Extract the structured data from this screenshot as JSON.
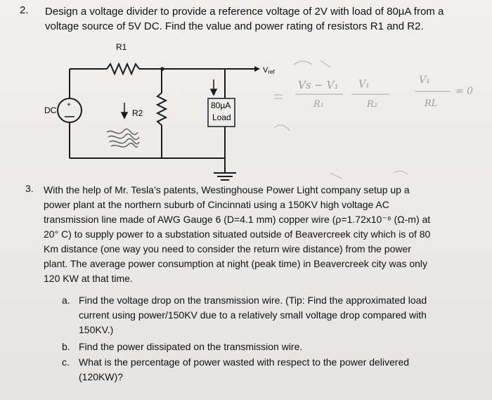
{
  "q2": {
    "number": "2.",
    "lines": [
      "Design a voltage divider to provide a reference voltage of 2V with load of 80µA from a",
      "voltage source of 5V DC.  Find the value and power rating of resistors R1 and R2."
    ]
  },
  "circuit": {
    "r1_label": "R1",
    "r2_label": "R2",
    "dc_label": "DC",
    "vref_label": "V",
    "vref_sub": "ref",
    "load_line1": "80µA",
    "load_line2": "Load",
    "plus_sign": "+"
  },
  "notes": {
    "eq_left": "Vs − V₁",
    "eq_left_den": "R₁",
    "eq_mid": "V₁",
    "eq_mid_den": "R₂",
    "eq_right": "V₁",
    "eq_right_den": "RL",
    "eq_zero": "= 0"
  },
  "q3": {
    "number": "3.",
    "lines": [
      "With the help of Mr. Tesla’s patents, Westinghouse Power Light company setup up a",
      "power plant at the northern suburb of Cincinnati using a 150KV high voltage AC",
      "transmission line made of AWG Gauge 6 (D=4.1 mm) copper wire (ρ=1.72x10⁻⁸ (Ω-m) at",
      "20° C) to supply power to a substation situated outside of Beavercreek city which is of 80",
      "Km distance (one way you need to consider the return wire distance) from the power",
      "plant. The average power consumption at night (peak time) in Beavercreek city was only",
      "120 KW at that time."
    ],
    "sub": [
      {
        "label": "a.",
        "lines": [
          "Find the voltage drop on the transmission wire. (Tip: Find the approximated load",
          "current using power/150KV due to a relatively small voltage drop compared with",
          "150KV.)"
        ]
      },
      {
        "label": "b.",
        "lines": [
          "Find the power dissipated on the transmission wire."
        ]
      },
      {
        "label": "c.",
        "lines": [
          "What is the percentage of power wasted with respect to the power delivered",
          "(120KW)?"
        ]
      }
    ]
  }
}
